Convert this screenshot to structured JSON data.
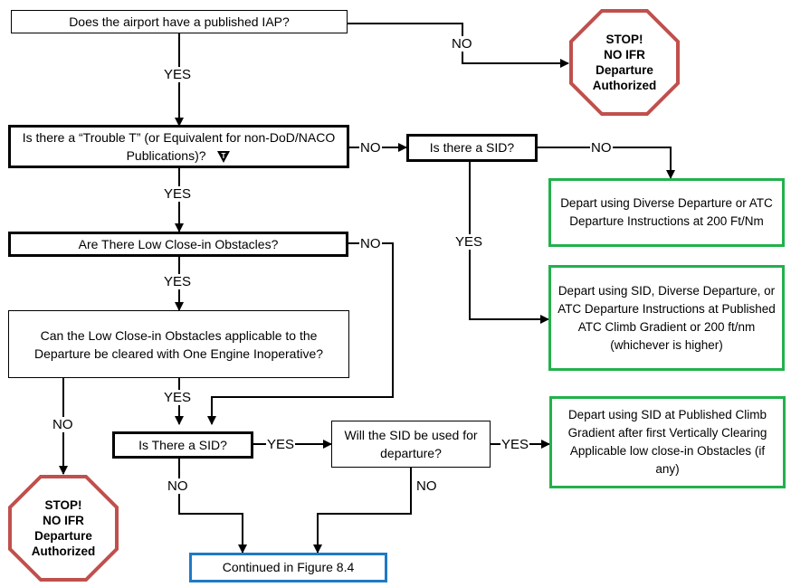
{
  "q_iap": "Does the airport have a published IAP?",
  "q_trouble_t": "Is there a “Trouble T” (or Equivalent for non-DoD/NACO Publications)?",
  "trouble_t_symbol": "T",
  "q_sid_1": "Is there a SID?",
  "q_low_obstacles": "Are There Low Close-in Obstacles?",
  "q_one_engine": "Can the Low Close-in Obstacles applicable to the Departure be cleared with One Engine Inoperative?",
  "q_sid_2": "Is There a SID?",
  "q_sid_used": "Will the SID be used for departure?",
  "stop_top": {
    "line1": "STOP!",
    "line2": "NO IFR",
    "line3": "Departure",
    "line4": "Authorized"
  },
  "stop_bottom": {
    "line1": "STOP!",
    "line2": "NO IFR",
    "line3": "Departure",
    "line4": "Authorized"
  },
  "result_diverse": "Depart using Diverse Departure or ATC Departure Instructions at 200 Ft/Nm",
  "result_sid_diverse": "Depart using SID, Diverse Departure, or ATC Departure Instructions at Published ATC Climb Gradient or 200 ft/nm (whichever is higher)",
  "result_sid_climb": "Depart using SID at Published Climb Gradient after first Vertically Clearing Applicable low close-in Obstacles (if any)",
  "continued": "Continued in Figure 8.4",
  "labels": {
    "yes": "YES",
    "no": "NO"
  },
  "colors": {
    "stop_octagon": "#c0504d",
    "result_border": "#22b14c",
    "continue_border": "#1f7ac4"
  }
}
